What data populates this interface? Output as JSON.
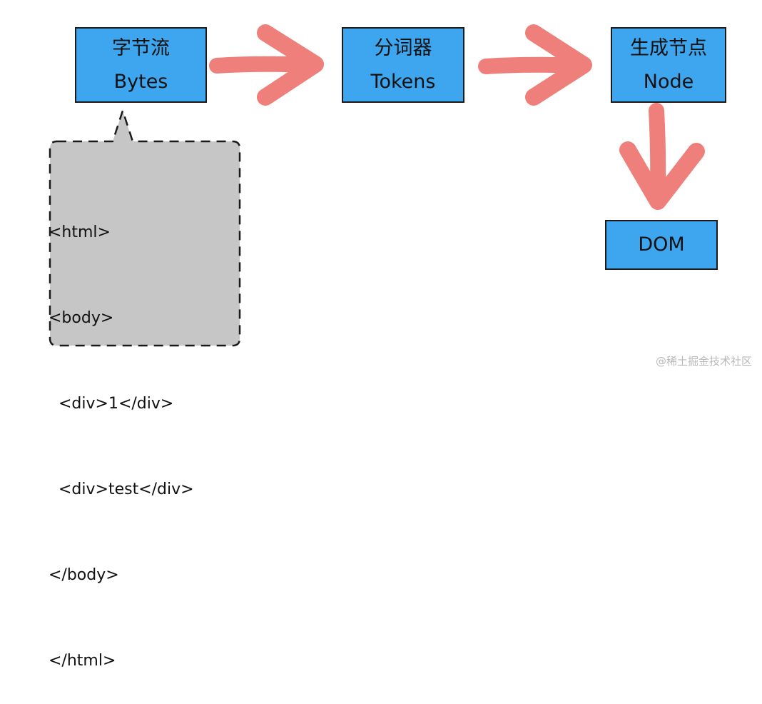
{
  "nodes": {
    "bytes": {
      "line1": "字节流",
      "line2": "Bytes"
    },
    "tokens": {
      "line1": "分词器",
      "line2": "Tokens"
    },
    "node": {
      "line1": "生成节点",
      "line2": "Node"
    },
    "dom": {
      "line1": "DOM"
    }
  },
  "callout": {
    "lines": [
      "<html>",
      "<body>",
      "  <div>1</div>",
      "  <div>test</div>",
      "</body>",
      "</html>"
    ]
  },
  "colors": {
    "box_fill": "#3ea6ef",
    "arrow": "#ef7f7a",
    "callout_fill": "#c6c6c6"
  },
  "watermark": "@稀土掘金技术社区"
}
